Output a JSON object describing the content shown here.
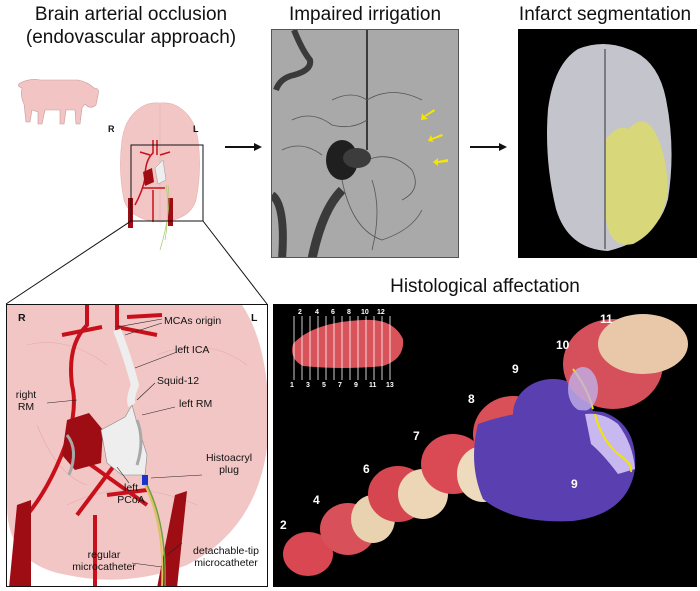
{
  "titles": {
    "occlusion_line1": "Brain arterial occlusion",
    "occlusion_line2": "(endovascular approach)",
    "irrigation": "Impaired irrigation",
    "segmentation": "Infarct segmentation",
    "histology": "Histological affectation"
  },
  "overview": {
    "side_right": "R",
    "side_left": "L"
  },
  "zoom_panel": {
    "side_right": "R",
    "side_left": "L",
    "labels": {
      "mcas_origin": "MCAs origin",
      "left_ica": "left ICA",
      "squid": "Squid-12",
      "right_rm_1": "right",
      "right_rm_2": "RM",
      "left_rm": "left RM",
      "histoacryl_1": "Histoacryl",
      "histoacryl_2": "plug",
      "left_pcoa_1": "left",
      "left_pcoa_2": "PCoA",
      "detach_1": "detachable-tip",
      "detach_2": "microcatheter",
      "regular_1": "regular",
      "regular_2": "microcatheter"
    }
  },
  "histology": {
    "slice_ticks_top": [
      "2",
      "4",
      "6",
      "8",
      "10",
      "12"
    ],
    "slice_ticks_bottom": [
      "1",
      "3",
      "5",
      "7",
      "9",
      "11",
      "13"
    ],
    "slice_labels": {
      "s2": "2",
      "s4": "4",
      "s6": "6",
      "s7": "7",
      "s8": "8",
      "s9": "9",
      "s10": "10",
      "s11": "11",
      "s9_detail": "9"
    }
  },
  "colors": {
    "artery": "#c8101a",
    "artery_dark": "#9e0c14",
    "brain_pink": "#f3c6c6",
    "pig_pink": "#f2c4c4",
    "angio_bg": "#a9a9a9",
    "seg_bg": "#000000",
    "seg_brain": "#c4c4cc",
    "infarct_yellow": "#d8d87a",
    "histo_bg": "#000000",
    "mask_purple": "#5a3fb0",
    "boundary_yellow": "#f2e400",
    "arrow_yellow": "#f5e600"
  }
}
